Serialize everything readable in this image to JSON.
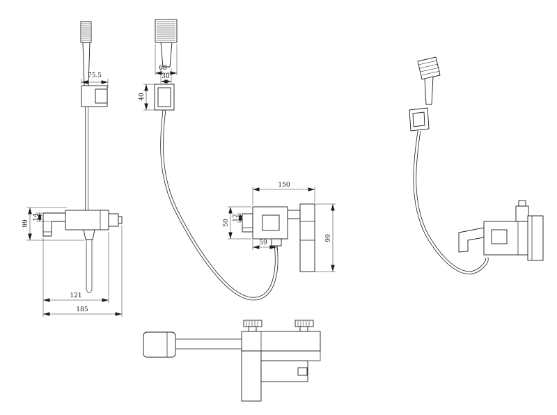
{
  "views": {
    "front": {
      "dims": {
        "bracket_width": "75.5",
        "height": "99",
        "spout_height": "14",
        "reach": "121",
        "total_width": "185"
      }
    },
    "side": {
      "dims": {
        "head_width": "68",
        "handle_width": "30",
        "bracket_height": "40",
        "total_width": "150",
        "body_height": "50",
        "spout_offset": "12",
        "body_width": "59",
        "total_height": "99"
      }
    }
  }
}
